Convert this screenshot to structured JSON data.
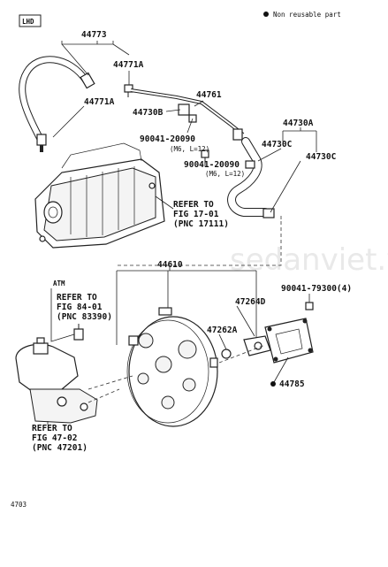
{
  "header": {
    "lhd_tag": "LHD",
    "legend_text": "Non reusable part"
  },
  "watermark": "sedanviet.vn",
  "callouts": {
    "p44773": "44773",
    "p44771A_top": "44771A",
    "p44771A_left": "44771A",
    "p44761": "44761",
    "p44730B": "44730B",
    "p90041_20090_a": "90041-20090",
    "p90041_20090_a_note": "(M6, L=12)",
    "p90041_20090_b": "90041-20090",
    "p90041_20090_b_note": "(M6, L=12)",
    "p44730A": "44730A",
    "p44730C_a": "44730C",
    "p44730C_b": "44730C",
    "p44610": "44610",
    "p90041_79300": "90041-79300(4)",
    "p47264D": "47264D",
    "p47262A": "47262A",
    "p44785": "44785",
    "atm_tag": "ATM",
    "refer1_l1": "REFER TO",
    "refer1_l2": "FIG 17-01",
    "refer1_l3": "(PNC 17111)",
    "refer2_l1": "REFER TO",
    "refer2_l2": "FIG 84-01",
    "refer2_l3": "(PNC 83390)",
    "refer3_l1": "REFER TO",
    "refer3_l2": "FIG 47-02",
    "refer3_l3": "(PNC 47201)",
    "figure_number": "4703"
  }
}
